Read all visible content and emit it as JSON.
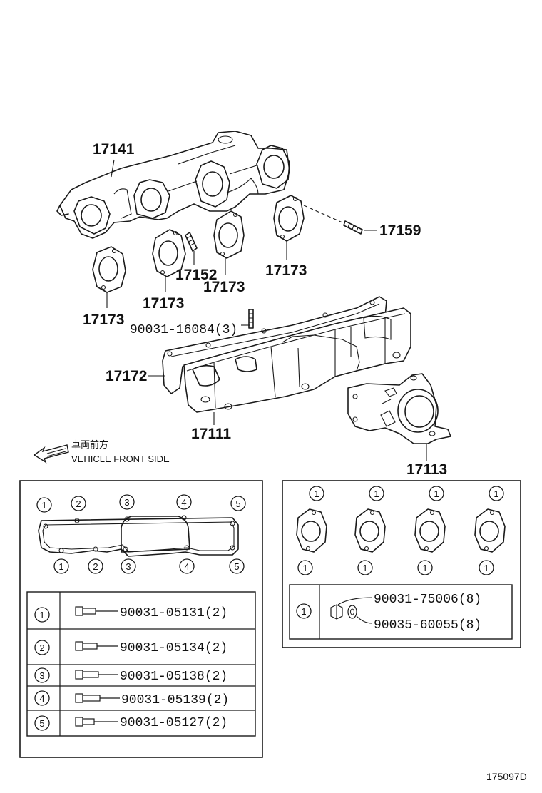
{
  "callouts": {
    "p17141": "17141",
    "p17159": "17159",
    "p17152": "17152",
    "p17173_a": "17173",
    "p17173_b": "17173",
    "p17173_c": "17173",
    "p17173_d": "17173",
    "p90031_16084": "90031-16084(3)",
    "p17172": "17172",
    "p17111": "17111",
    "p17113": "17113"
  },
  "front_side": {
    "jp": "車両前方",
    "en": "VEHICLE FRONT SIDE"
  },
  "left_table": {
    "gasket_top_numbers": [
      "1",
      "2",
      "3",
      "4",
      "5"
    ],
    "gasket_bottom_numbers": [
      "1",
      "2",
      "3",
      "4",
      "5"
    ],
    "rows": [
      {
        "num": "1",
        "part": "90031-05131(2)"
      },
      {
        "num": "2",
        "part": "90031-05134(2)"
      },
      {
        "num": "3",
        "part": "90031-05138(2)"
      },
      {
        "num": "4",
        "part": "90031-05139(2)"
      },
      {
        "num": "5",
        "part": "90031-05127(2)"
      }
    ]
  },
  "right_table": {
    "gasket_numbers": [
      "1",
      "1",
      "1",
      "1",
      "1",
      "1",
      "1",
      "1"
    ],
    "row_num": "1",
    "part_a": "90031-75006(8)",
    "part_b": "90035-60055(8)"
  },
  "diagram_id": "175097D"
}
